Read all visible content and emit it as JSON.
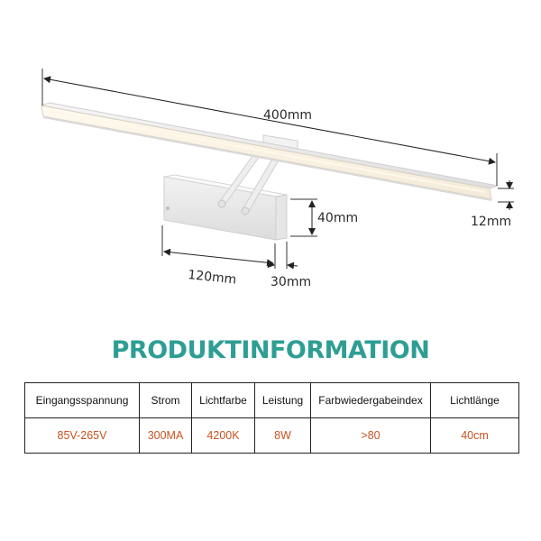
{
  "dimensions": {
    "length": "400mm",
    "bar_height": "12mm",
    "base_height": "40mm",
    "base_width": "120mm",
    "base_depth": "30mm"
  },
  "title": "PRODUKTINFORMATION",
  "table": {
    "headers": [
      "Eingangsspannung",
      "Strom",
      "Lichtfarbe",
      "Leistung",
      "Farbwiedergabeindex",
      "Lichtlänge"
    ],
    "values": [
      "85V-265V",
      "300MA",
      "4200K",
      "8W",
      ">80",
      "40cm"
    ]
  },
  "colors": {
    "accent": "#2e9e94",
    "value_text": "#c9521f"
  }
}
